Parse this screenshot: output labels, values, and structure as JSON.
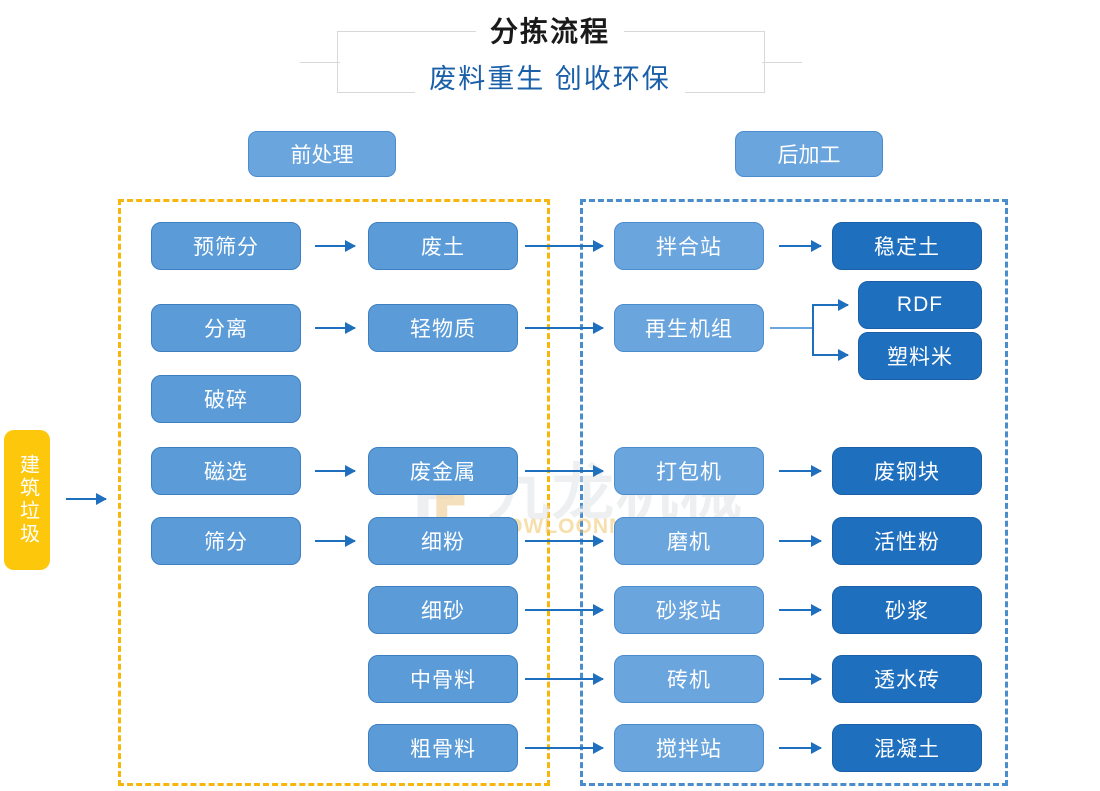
{
  "header": {
    "title": "分拣流程",
    "subtitle": "废料重生 创收环保"
  },
  "sections": {
    "pre": {
      "label": "前处理",
      "border_color": "#f7b60d"
    },
    "post": {
      "label": "后加工",
      "border_color": "#4b8ccd"
    }
  },
  "input": {
    "label": "建筑垃圾",
    "color": "#fdc70c"
  },
  "colors": {
    "node_mid": "#5a9bd8",
    "node_light": "#6aa5de",
    "node_dark": "#1f6fbf",
    "arrow": "#1f6fbf",
    "title_accent": "#1a5fa8"
  },
  "nodes": {
    "process": [
      {
        "label": "预筛分"
      },
      {
        "label": "分离"
      },
      {
        "label": "破碎"
      },
      {
        "label": "磁选"
      },
      {
        "label": "筛分"
      }
    ],
    "materials": [
      {
        "label": "废土"
      },
      {
        "label": "轻物质"
      },
      {
        "label": "废金属"
      },
      {
        "label": "细粉"
      },
      {
        "label": "细砂"
      },
      {
        "label": "中骨料"
      },
      {
        "label": "粗骨料"
      }
    ],
    "equipment": [
      {
        "label": "拌合站"
      },
      {
        "label": "再生机组"
      },
      {
        "label": "打包机"
      },
      {
        "label": "磨机"
      },
      {
        "label": "砂浆站"
      },
      {
        "label": "砖机"
      },
      {
        "label": "搅拌站"
      }
    ],
    "products": [
      {
        "label": "稳定土"
      },
      {
        "label": "RDF"
      },
      {
        "label": "塑料米"
      },
      {
        "label": "废钢块"
      },
      {
        "label": "活性粉"
      },
      {
        "label": "砂浆"
      },
      {
        "label": "透水砖"
      },
      {
        "label": "混凝土"
      }
    ]
  },
  "watermark": {
    "cn": "九龙机械",
    "en": "KOWLOONMACHINERY"
  }
}
